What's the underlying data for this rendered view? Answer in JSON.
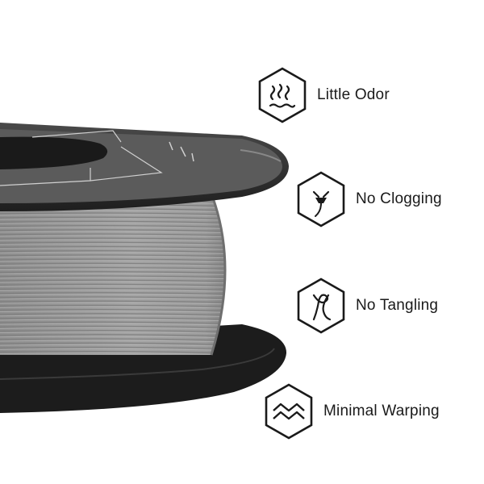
{
  "colors": {
    "filament": "#9a9a9a",
    "spool": "#2b2b2b",
    "icon_stroke": "#1a1a1a",
    "text": "#1a1a1a"
  },
  "features": [
    {
      "icon": "steam-odor-icon",
      "label": "Little Odor"
    },
    {
      "icon": "nozzle-clog-icon",
      "label": "No Clogging"
    },
    {
      "icon": "knot-tangle-icon",
      "label": "No Tangling"
    },
    {
      "icon": "zigzag-warp-icon",
      "label": "Minimal Warping"
    }
  ]
}
